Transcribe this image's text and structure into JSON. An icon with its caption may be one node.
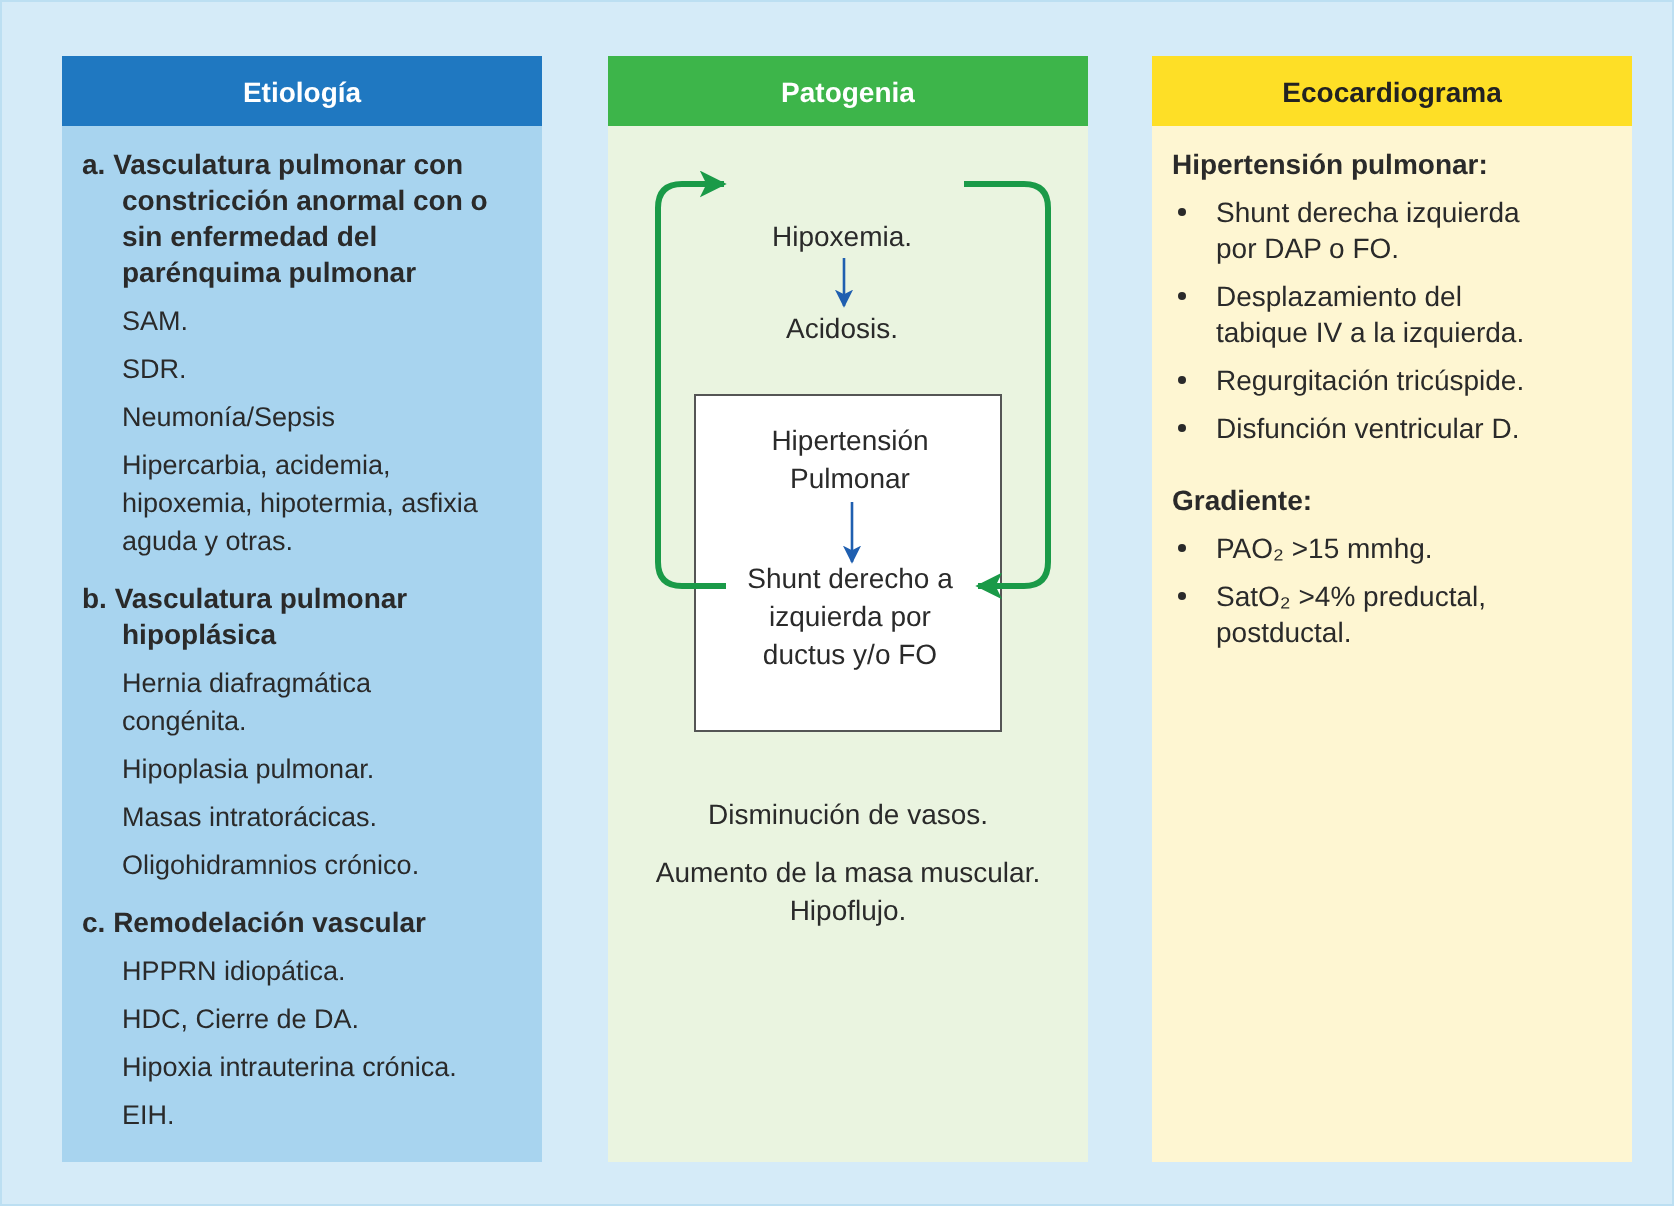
{
  "diagram": {
    "nodes": [
      {
        "text": [
          "Etiología",
          "a. Vasculatura pulmonar con constricción anormal con o sin enfermedad del parénquima pulmonar",
          "SAM.",
          "SDR.",
          "Neumonía/Sepsis",
          "Hipercarbia, acidemia, hipoxemia, hipotermia, asfixia aguda y otras.",
          "b. Vasculatura pulmonar hipoplásica",
          "Hernia diafragmática congénita.",
          "Hipoplasia pulmonar.",
          "Masas intratorácicas.",
          "Oligohidramnios crónico.",
          "c. Remodelación vascular",
          "HPPRN idiopática.",
          "HDC, Cierre de DA.",
          "Hipoxia intrauterina crónica.",
          "EIH."
        ]
      },
      {
        "text": [
          "Patogenia",
          "Disminución de vasos.",
          "Aumento de la masa muscular. Hipoflujo."
        ]
      },
      {
        "text": [
          "Hipoxemia."
        ],
        "in": 1
      },
      {
        "text": [
          "Acidosis."
        ],
        "in": 1
      },
      {
        "text": [],
        "shape": "box",
        "in": 1
      },
      {
        "text": [
          "Hipertensión Pulmonar"
        ],
        "in": 4
      },
      {
        "text": [
          "Shunt derecho a izquierda por ductus y/o FO"
        ],
        "in": 4
      },
      {
        "text": [
          "Ecocardiograma",
          "Hipertensión pulmonar:",
          "Shunt derecha izquierda por DAP o FO.",
          "Desplazamiento del tabique IV a la izquierda.",
          "Regurgitación tricúspide.",
          "Disfunción ventricular D.",
          "Gradiente:",
          "PAO₂ >15 mmhg.",
          "SatO₂ >4% preductal, postductal."
        ]
      }
    ],
    "edges": [
      {
        "from": 2,
        "to": 3,
        "arrow": "to",
        "color": "#1f5fb0"
      },
      {
        "from": 5,
        "to": 6,
        "arrow": "to",
        "color": "#1f5fb0"
      },
      {
        "from": 6,
        "to": 2,
        "arrow": "to",
        "style": "thick",
        "color": "#1a9a48"
      },
      {
        "from": 2,
        "to": 6,
        "arrow": "to",
        "style": "thick",
        "color": "#1a9a48"
      }
    ]
  }
}
